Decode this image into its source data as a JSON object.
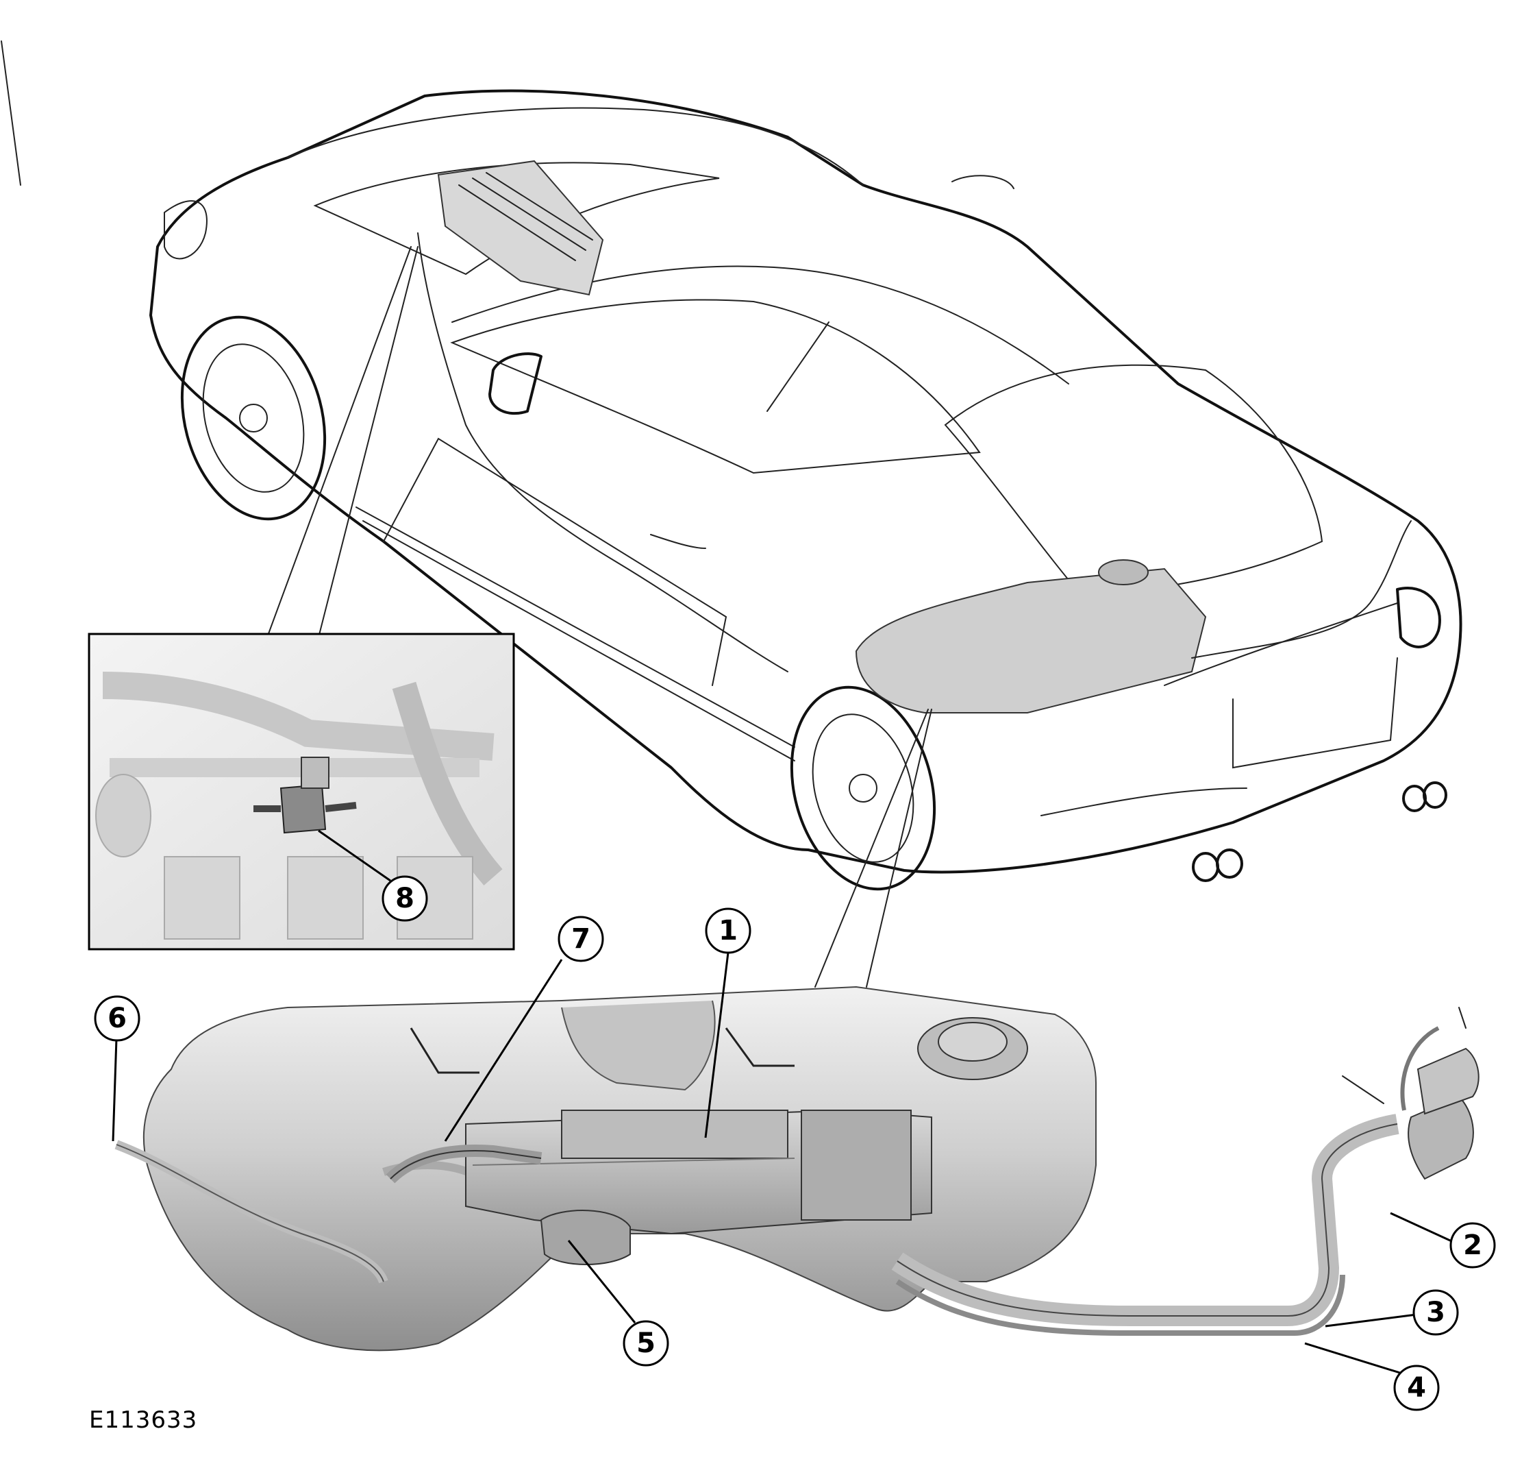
{
  "reference_code": "E113633",
  "callouts": {
    "c1": "1",
    "c2": "2",
    "c3": "3",
    "c4": "4",
    "c5": "5",
    "c6": "6",
    "c7": "7",
    "c8": "8"
  }
}
